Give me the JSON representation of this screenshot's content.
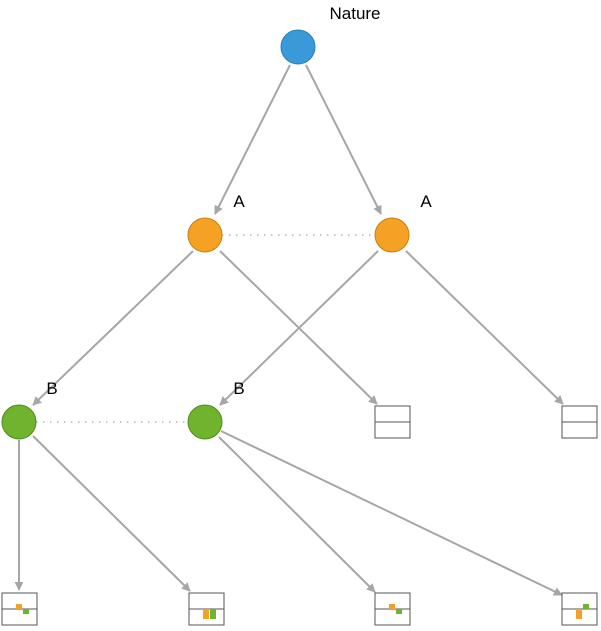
{
  "root": {
    "label": "Nature",
    "color": "#3a9ad9",
    "stroke": "#2a7db5"
  },
  "players": {
    "A": {
      "label": "A",
      "color": "#f4a124",
      "stroke": "#c97f12"
    },
    "B": {
      "label": "B",
      "color": "#6fb32e",
      "stroke": "#4f8a1c"
    }
  },
  "colors": {
    "edge": "#a6a6a6",
    "info_set": "#a6a6a6",
    "payoff_player_a": "#f4a124",
    "payoff_player_b": "#6fb32e"
  },
  "terminals": {
    "a1_stop": {
      "payoff_a": 0,
      "payoff_b": 0
    },
    "a2_stop": {
      "payoff_a": 0,
      "payoff_b": 0
    },
    "b1_first": {
      "payoff_a": 1,
      "payoff_b": -1
    },
    "b1_second": {
      "payoff_a": -2,
      "payoff_b": -2
    },
    "b2_first": {
      "payoff_a": 1,
      "payoff_b": -1
    },
    "b2_second": {
      "payoff_a": -2,
      "payoff_b": 1
    }
  }
}
